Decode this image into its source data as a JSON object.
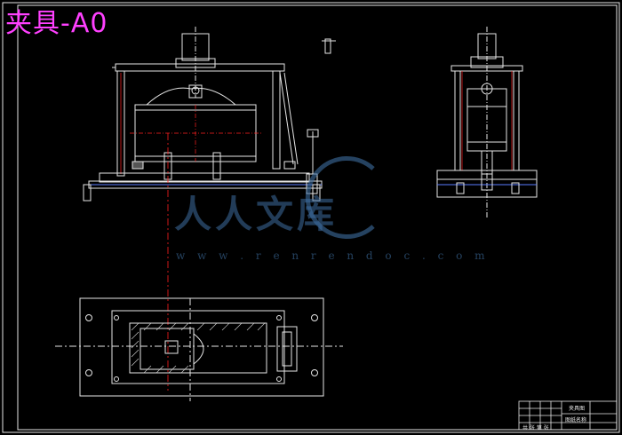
{
  "drawing": {
    "title": "夹具-A0",
    "title_color": "#ff40ff"
  },
  "colors": {
    "background": "#000000",
    "lines": "#e6e6e6",
    "centerlines": "#ff2020",
    "dimensions": "#5a7bff",
    "hatch": "#d0d0d0"
  },
  "watermark": {
    "text": "人人文库",
    "url": "w w w . r e n r e n d o c . c o m",
    "icon": "renrendoc-logo-icon"
  },
  "title_block": {
    "name": "夹具图",
    "subtitle": "图纸名称",
    "scale_label": "比例",
    "qty_label": "数量",
    "sheet_label": "共 张 第 张"
  }
}
